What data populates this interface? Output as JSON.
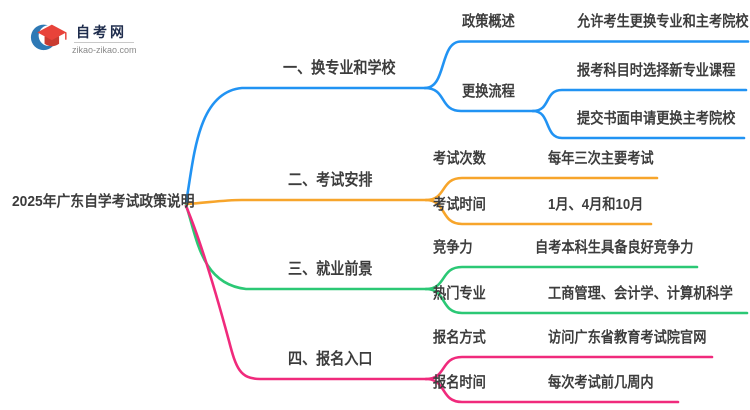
{
  "logo": {
    "site_name": "自考网",
    "site_url": "zikao-zikao.com"
  },
  "colors": {
    "branch1": "#2193F3",
    "branch2": "#F7A52B",
    "branch3": "#2BC875",
    "branch4": "#F02A7C",
    "text": "#3C3C3C",
    "logo_blue": "#2E79B5",
    "logo_red": "#E8433A",
    "logo_red_dark": "#C93B31"
  },
  "mindmap": {
    "root": "2025年广东自学考试政策说明",
    "branches": [
      {
        "label": "一、换专业和学校",
        "children": [
          {
            "label": "政策概述",
            "leaves": [
              "允许考生更换专业和主考院校"
            ]
          },
          {
            "label": "更换流程",
            "leaves": [
              "报考科目时选择新专业课程",
              "提交书面申请更换主考院校"
            ]
          }
        ]
      },
      {
        "label": "二、考试安排",
        "children": [
          {
            "label": "考试次数",
            "leaves": [
              "每年三次主要考试"
            ]
          },
          {
            "label": "考试时间",
            "leaves": [
              "1月、4月和10月"
            ]
          }
        ]
      },
      {
        "label": "三、就业前景",
        "children": [
          {
            "label": "竞争力",
            "leaves": [
              "自考本科生具备良好竞争力"
            ]
          },
          {
            "label": "热门专业",
            "leaves": [
              "工商管理、会计学、计算机科学"
            ]
          }
        ]
      },
      {
        "label": "四、报名入口",
        "children": [
          {
            "label": "报名方式",
            "leaves": [
              "访问广东省教育考试院官网"
            ]
          },
          {
            "label": "报名时间",
            "leaves": [
              "每次考试前几周内"
            ]
          }
        ]
      }
    ]
  }
}
